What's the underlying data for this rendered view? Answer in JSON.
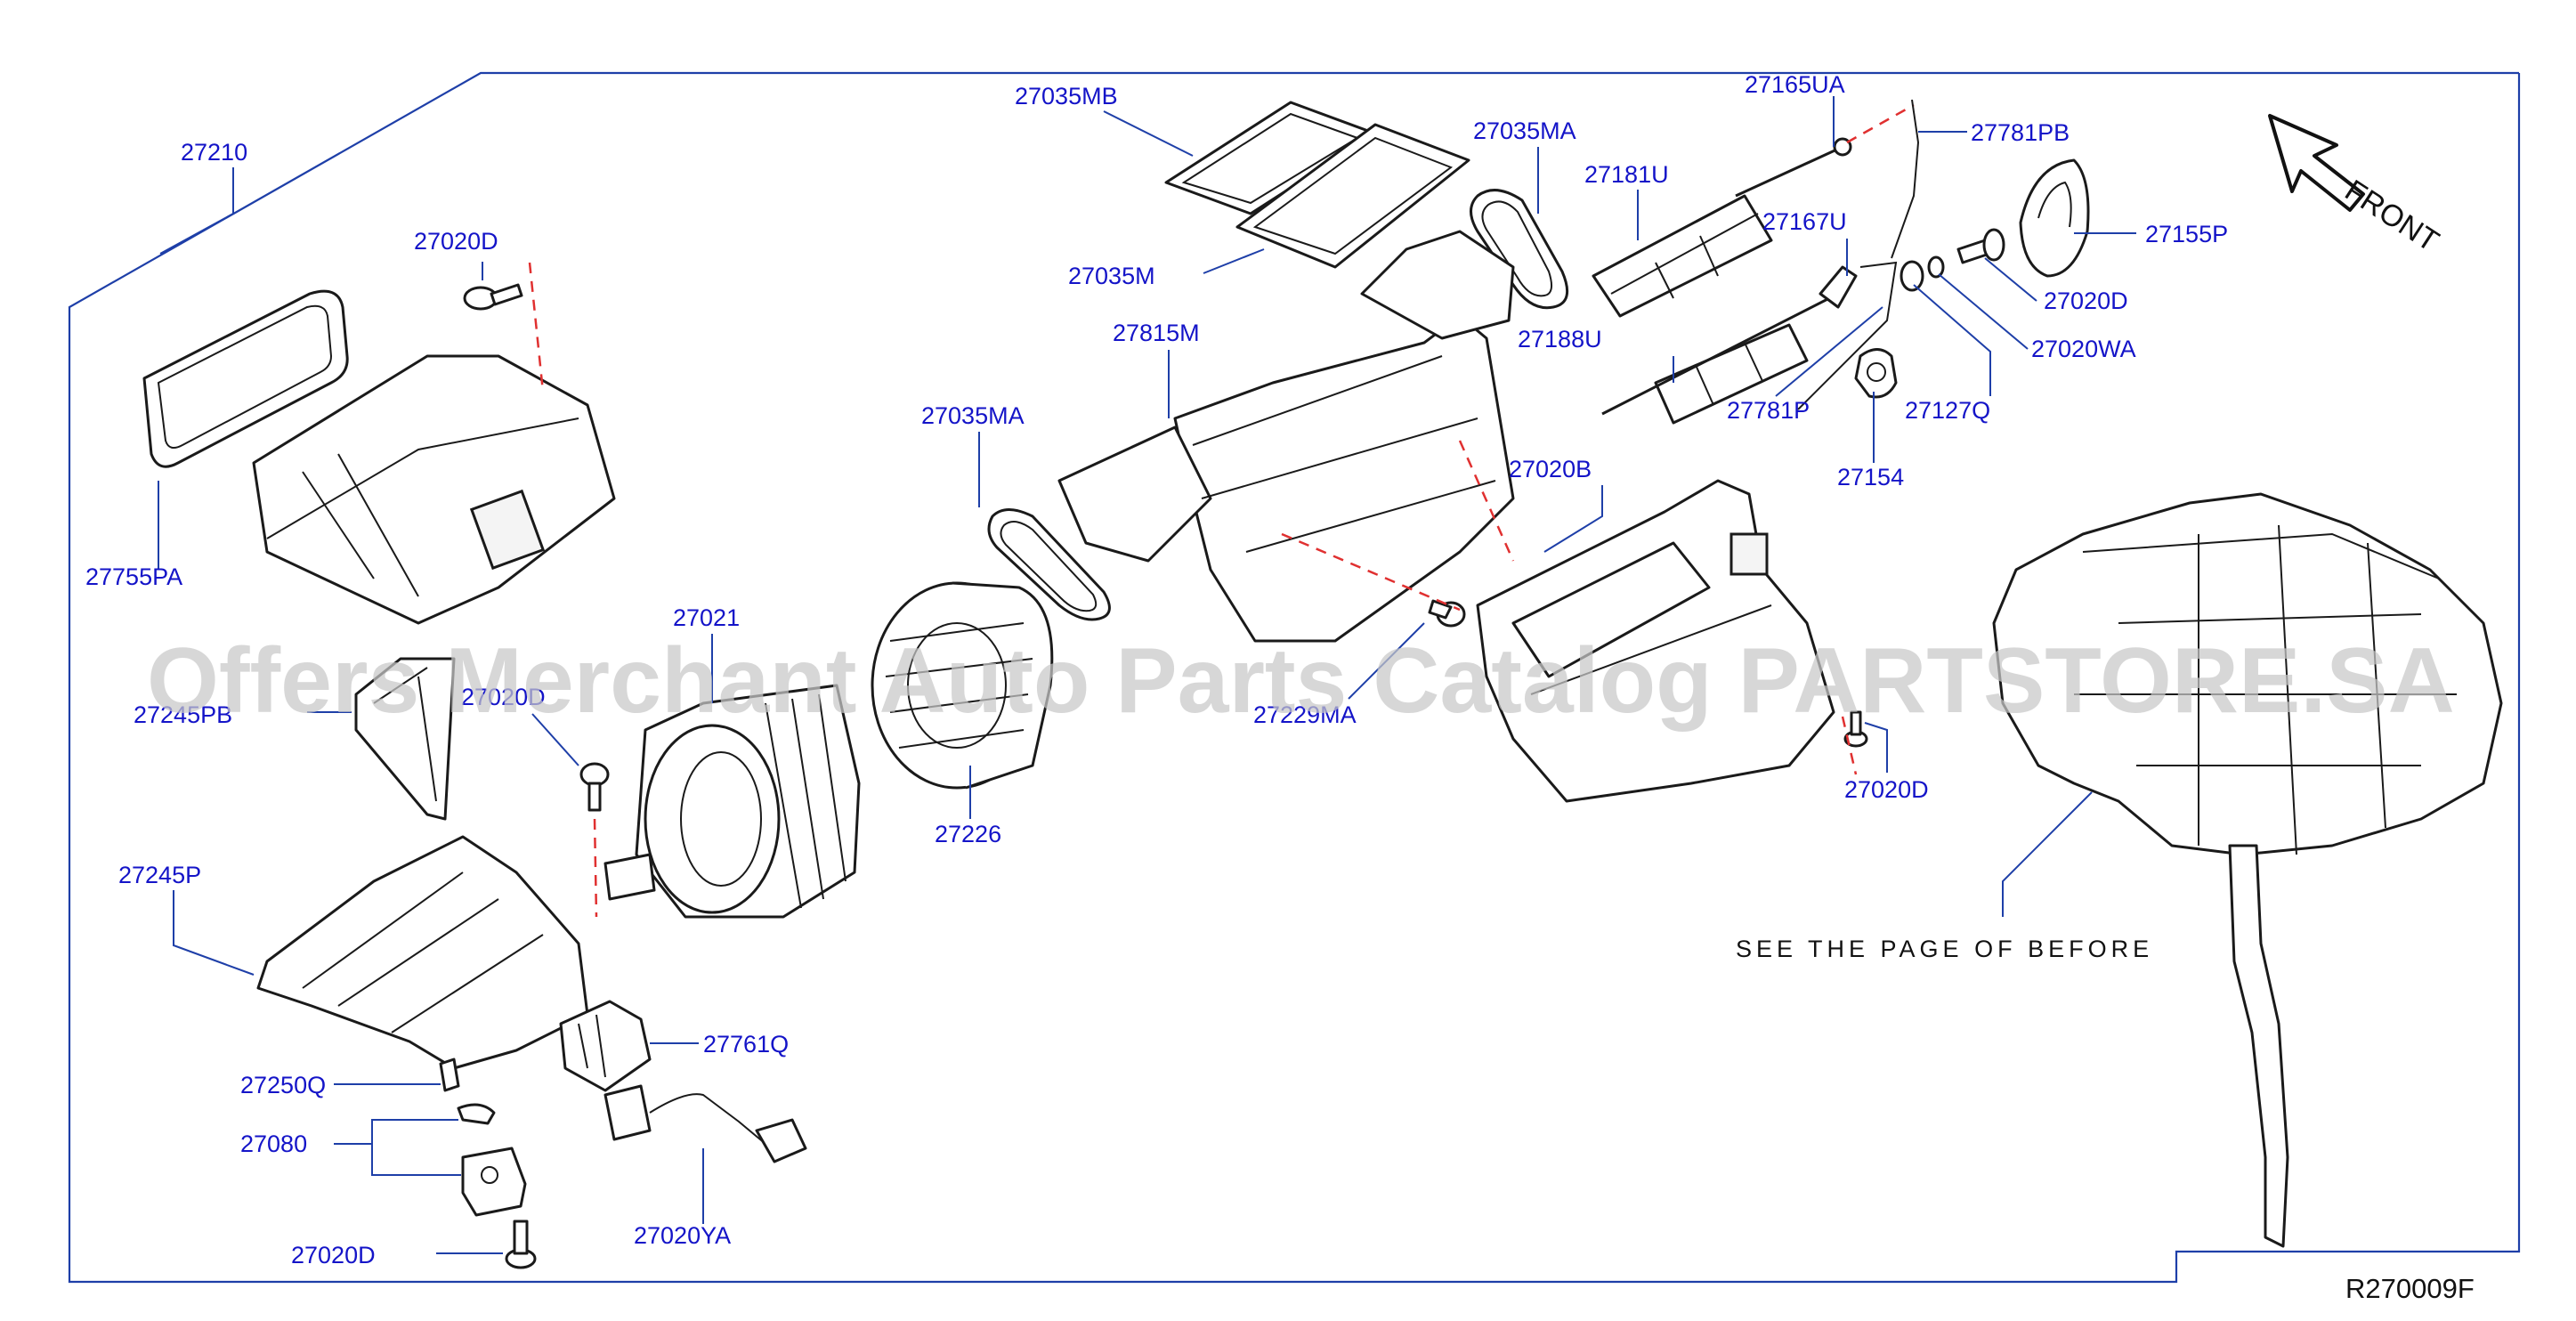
{
  "diagram": {
    "reference_code": "R270009F",
    "direction_label": "FRONT",
    "note": "SEE THE PAGE OF BEFORE",
    "watermark": "Offers Merchant Auto Parts Catalog PARTSTORE.SA",
    "colors": {
      "label": "#1414c8",
      "leader": "#1e3fa8",
      "dash": "#e03030",
      "line": "#1a1a1a"
    },
    "callouts": [
      {
        "id": "c01",
        "text": "27210"
      },
      {
        "id": "c02",
        "text": "27020D"
      },
      {
        "id": "c03",
        "text": "27755PA"
      },
      {
        "id": "c04",
        "text": "27035MB"
      },
      {
        "id": "c05",
        "text": "27035M"
      },
      {
        "id": "c06",
        "text": "27035MA"
      },
      {
        "id": "c07",
        "text": "27815M"
      },
      {
        "id": "c08",
        "text": "27035MA"
      },
      {
        "id": "c09",
        "text": "27181U"
      },
      {
        "id": "c10",
        "text": "27165UA"
      },
      {
        "id": "c11",
        "text": "27781PB"
      },
      {
        "id": "c12",
        "text": "27167U"
      },
      {
        "id": "c13",
        "text": "27155P"
      },
      {
        "id": "c14",
        "text": "27020D"
      },
      {
        "id": "c15",
        "text": "27020WA"
      },
      {
        "id": "c16",
        "text": "27188U"
      },
      {
        "id": "c17",
        "text": "27781P"
      },
      {
        "id": "c18",
        "text": "27127Q"
      },
      {
        "id": "c19",
        "text": "27154"
      },
      {
        "id": "c20",
        "text": "27020B"
      },
      {
        "id": "c21",
        "text": "27021"
      },
      {
        "id": "c22",
        "text": "27245PB"
      },
      {
        "id": "c23",
        "text": "27020D"
      },
      {
        "id": "c24",
        "text": "27229MA"
      },
      {
        "id": "c25",
        "text": "27020D"
      },
      {
        "id": "c26",
        "text": "27226"
      },
      {
        "id": "c27",
        "text": "27245P"
      },
      {
        "id": "c28",
        "text": "27761Q"
      },
      {
        "id": "c29",
        "text": "27250Q"
      },
      {
        "id": "c30",
        "text": "27080"
      },
      {
        "id": "c31",
        "text": "27020YA"
      },
      {
        "id": "c32",
        "text": "27020D"
      }
    ]
  }
}
